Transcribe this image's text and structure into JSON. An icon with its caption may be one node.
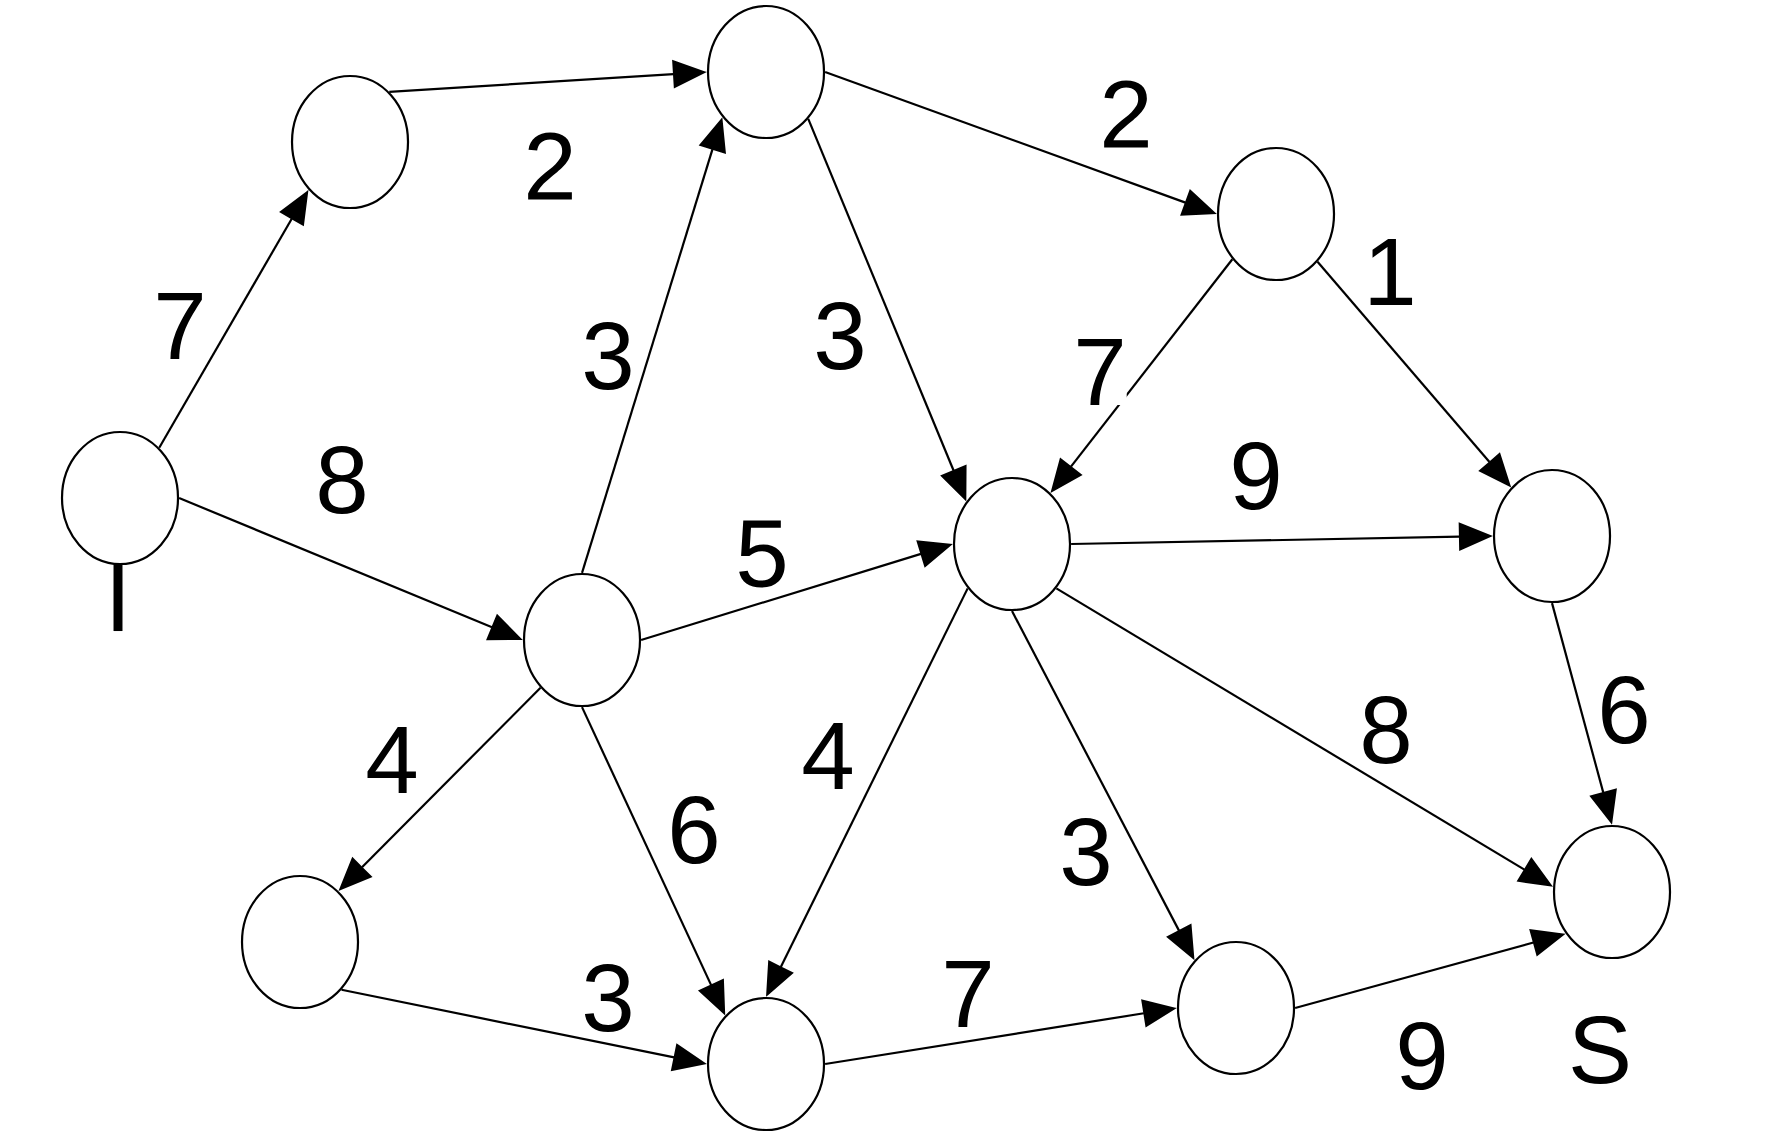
{
  "diagram": {
    "nodes": [
      {
        "text": [],
        "shape": "circle",
        "beside": [
          "I"
        ]
      },
      {
        "text": [],
        "shape": "circle"
      },
      {
        "text": [],
        "shape": "circle"
      },
      {
        "text": [],
        "shape": "circle"
      },
      {
        "text": [],
        "shape": "circle"
      },
      {
        "text": [],
        "shape": "circle"
      },
      {
        "text": [],
        "shape": "circle"
      },
      {
        "text": [],
        "shape": "circle"
      },
      {
        "text": [],
        "shape": "circle"
      },
      {
        "text": [],
        "shape": "circle"
      },
      {
        "text": [],
        "shape": "circle",
        "beside": [
          "S"
        ]
      }
    ],
    "edges": [
      {
        "from": 0,
        "to": 2,
        "arrow": "to",
        "label": "7"
      },
      {
        "from": 0,
        "to": 3,
        "arrow": "to",
        "label": "8"
      },
      {
        "from": 2,
        "to": 4,
        "arrow": "to",
        "label": "2"
      },
      {
        "from": 3,
        "to": 4,
        "arrow": "to",
        "label": "3"
      },
      {
        "from": 4,
        "to": 6,
        "arrow": "to",
        "label": "3"
      },
      {
        "from": 4,
        "to": 8,
        "arrow": "to",
        "label": "2"
      },
      {
        "from": 8,
        "to": 6,
        "arrow": "to",
        "label": "7"
      },
      {
        "from": 8,
        "to": 9,
        "arrow": "to",
        "label": "1"
      },
      {
        "from": 3,
        "to": 6,
        "arrow": "to",
        "label": "5"
      },
      {
        "from": 6,
        "to": 9,
        "arrow": "to",
        "label": "9"
      },
      {
        "from": 9,
        "to": 10,
        "arrow": "to",
        "label": "6"
      },
      {
        "from": 3,
        "to": 1,
        "arrow": "to",
        "label": "4"
      },
      {
        "from": 3,
        "to": 5,
        "arrow": "to",
        "label": "6"
      },
      {
        "from": 6,
        "to": 5,
        "arrow": "to",
        "label": "4"
      },
      {
        "from": 6,
        "to": 7,
        "arrow": "to",
        "label": "3"
      },
      {
        "from": 6,
        "to": 10,
        "arrow": "to",
        "label": "8"
      },
      {
        "from": 1,
        "to": 5,
        "arrow": "to",
        "label": "3"
      },
      {
        "from": 5,
        "to": 7,
        "arrow": "to",
        "label": "7"
      },
      {
        "from": 7,
        "to": 10,
        "arrow": "to",
        "label": "9"
      }
    ]
  }
}
